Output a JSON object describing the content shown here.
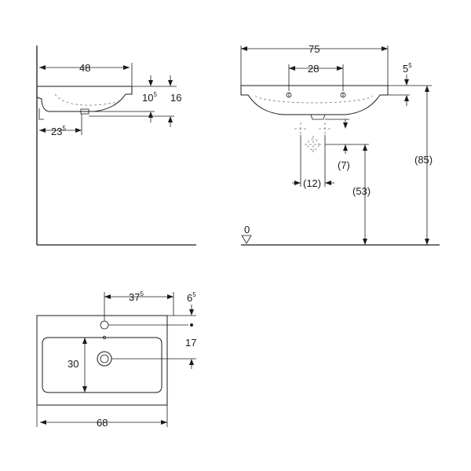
{
  "side_view": {
    "width_label": "48",
    "rim_height_label": "10",
    "rim_height_sup": "5",
    "total_height_label": "16",
    "drain_offset_label": "23",
    "drain_offset_sup": "5"
  },
  "front_view": {
    "width_label": "75",
    "tap_spacing_label": "28",
    "rim_label": "5",
    "rim_sup": "5",
    "height_label": "(85)",
    "drain_depth_label": "(7)",
    "waste_spacing_label": "(12)",
    "waste_height_label": "(53)",
    "floor_label": "0"
  },
  "top_view": {
    "tap_offset_label": "37",
    "tap_offset_sup": "5",
    "tap_from_back_label": "6",
    "tap_from_back_sup": "5",
    "drain_from_back_label": "17",
    "bowl_depth_label": "30",
    "width_label": "68"
  }
}
